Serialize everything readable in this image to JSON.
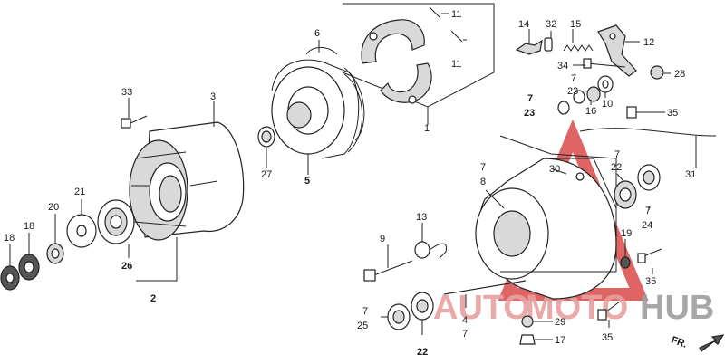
{
  "diagram": {
    "callouts": [
      "11",
      "11",
      "6",
      "14",
      "32",
      "15",
      "12",
      "34",
      "28",
      "33",
      "3",
      "7",
      "23",
      "16",
      "10",
      "35",
      "7",
      "23",
      "1",
      "30",
      "7",
      "22",
      "27",
      "5",
      "31",
      "7",
      "8",
      "21",
      "20",
      "18",
      "18",
      "26",
      "2",
      "13",
      "9",
      "7",
      "24",
      "19",
      "35",
      "7",
      "25",
      "4",
      "7",
      "29",
      "22",
      "17",
      "35"
    ],
    "direction_label": "FR.",
    "watermark": {
      "word_a": "AUTO",
      "word_b": "MOTO",
      "word_c": "HUB"
    },
    "colors": {
      "line": "#222222",
      "watermark_red": "#d94a4a",
      "watermark_grey": "#9e9e9e"
    }
  }
}
